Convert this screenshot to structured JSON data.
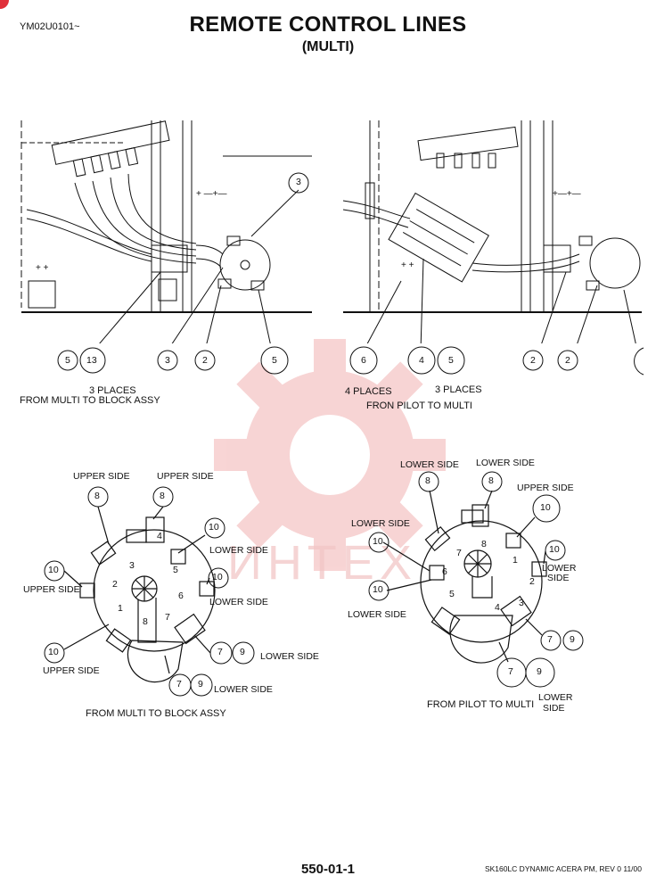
{
  "header": {
    "code": "YM02U0101~",
    "title": "REMOTE CONTROL LINES",
    "subtitle": "(MULTI)"
  },
  "footer": {
    "page": "550-01-1",
    "ref": "SK160LC DYNAMIC ACERA PM,  REV 0 11/00"
  },
  "watermark": "ИНТЕХ",
  "top_left": {
    "callouts": [
      "3",
      "5",
      "13",
      "3",
      "2",
      "5"
    ],
    "caption_1": "3 PLACES",
    "caption_2": "FROM MULTI TO BLOCK ASSY"
  },
  "top_right": {
    "callouts": [
      "6",
      "4",
      "5",
      "2",
      "2"
    ],
    "caption_places_a": "4 PLACES",
    "caption_places_b": "3 PLACES",
    "caption_route": "FRON PILOT TO MULTI"
  },
  "bottom_left": {
    "port_numbers": [
      "4",
      "5",
      "6",
      "7",
      "8",
      "1",
      "2",
      "3"
    ],
    "callouts": [
      "8",
      "8",
      "10",
      "10",
      "10",
      "10",
      "7",
      "9",
      "7",
      "9"
    ],
    "labels": {
      "upper_side_1": "UPPER SIDE",
      "upper_side_2": "UPPER SIDE",
      "upper_side_3": "UPPER SIDE",
      "upper_side_4": "UPPER SIDE",
      "lower_side_1": "LOWER SIDE",
      "lower_side_2": "LOWER SIDE",
      "lower_side_3": "LOWER SIDE",
      "lower_side_4": "LOWER SIDE"
    },
    "caption": "FROM MULTI TO BLOCK ASSY"
  },
  "bottom_right": {
    "port_numbers": [
      "8",
      "1",
      "2",
      "3",
      "4",
      "5",
      "6",
      "7"
    ],
    "callouts": [
      "8",
      "8",
      "10",
      "10",
      "10",
      "10",
      "7",
      "9",
      "7",
      "9"
    ],
    "labels": {
      "lower_side_1": "LOWER SIDE",
      "lower_side_2": "LOWER SIDE",
      "upper_side_1": "UPPER SIDE",
      "lower_side_3": "LOWER SIDE",
      "lower_side_4": "LOWER",
      "lower_side_4b": "SIDE",
      "lower_side_5": "LOWER SIDE",
      "lower_side_6": "LOWER",
      "lower_side_6b": "SIDE"
    },
    "caption": "FROM PILOT TO MULTI"
  }
}
